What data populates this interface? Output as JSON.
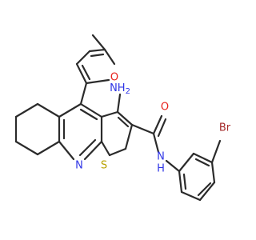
{
  "molecule": {
    "atom_labels": {
      "furan_o": "O",
      "amino": "NH",
      "amino_sub": "2",
      "carbonyl_o": "O",
      "amide_n": "N",
      "amide_h": "H",
      "thiophene_s": "S",
      "pyridine_n": "N",
      "bromine": "Br"
    },
    "colors": {
      "bond": "#2b2b2b",
      "oxygen": "#e8211c",
      "nitrogen": "#2f35e6",
      "sulfur": "#b8a100",
      "bromine": "#a52a2a"
    }
  }
}
